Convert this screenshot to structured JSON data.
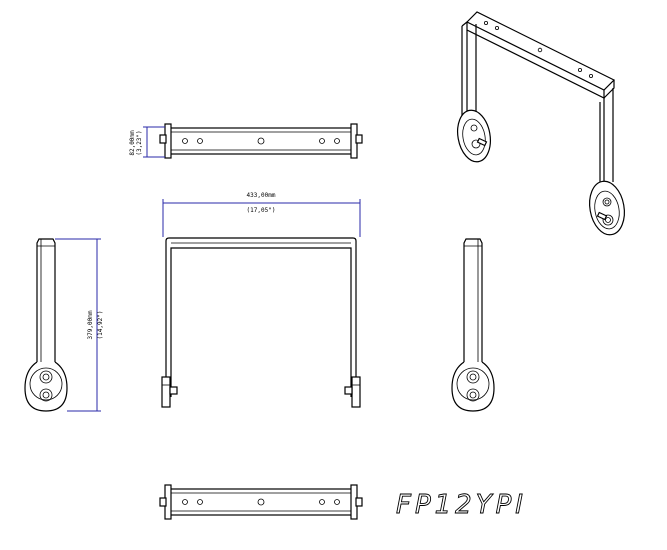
{
  "model_name": "FP12YPI",
  "dimensions": {
    "width_mm": "433,00mm",
    "width_in": "(17,05\")",
    "height_mm": "379,00mm",
    "height_in": "(14,92\")",
    "depth_mm": "82,00mm",
    "depth_in": "(3,23\")"
  }
}
